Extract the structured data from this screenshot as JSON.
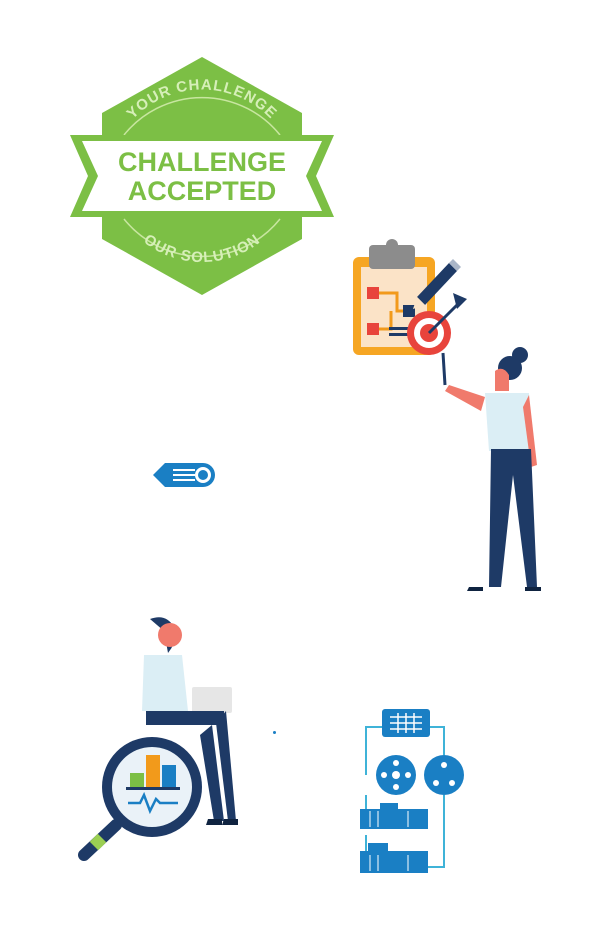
{
  "badge": {
    "top_arc_text": "YOUR CHALLENGE",
    "line1": "CHALLENGE",
    "line2": "ACCEPTED",
    "bottom_arc_text": "OUR SOLUTION"
  },
  "colors": {
    "badge_green": "#7cbf45",
    "navy": "#1e3a66",
    "blue": "#1a7fc4",
    "orange": "#f29a1b",
    "red": "#e8443c",
    "skin": "#f07a6c"
  },
  "icons": {
    "clipboard": "clipboard-plan-icon",
    "target": "target-dart-icon",
    "pencil": "pencil-icon",
    "magnifier": "magnifier-analytics-icon",
    "system": "system-diagram-icon"
  }
}
